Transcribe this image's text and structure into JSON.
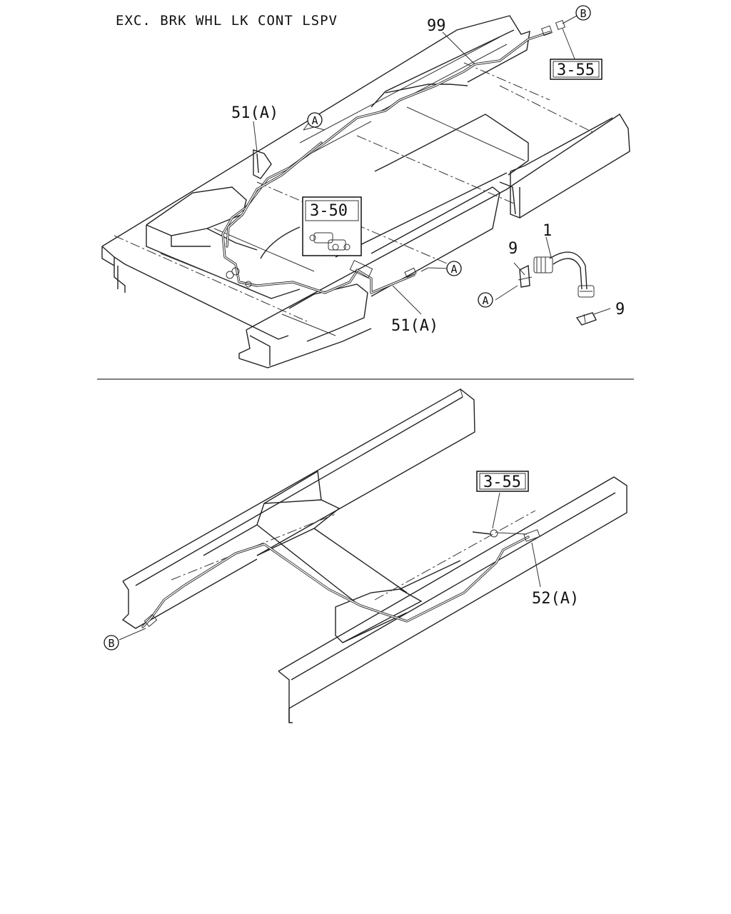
{
  "header": {
    "title": "EXC. BRK WHL LK CONT LSPV"
  },
  "callouts": {
    "ref_99": "99",
    "ref_51a_top": "51(A)",
    "ref_51a_bottom": "51(A)",
    "ref_1": "1",
    "ref_9_left": "9",
    "ref_9_right": "9",
    "ref_52a": "52(A)"
  },
  "ref_boxes": {
    "box_3_55_top": "3-55",
    "box_3_50": "3-50",
    "box_3_55_bottom": "3-55"
  },
  "connectors": {
    "a_top": "A",
    "a_right": "A",
    "a_clip": "A",
    "b_top": "B",
    "b_bottom": "B"
  }
}
